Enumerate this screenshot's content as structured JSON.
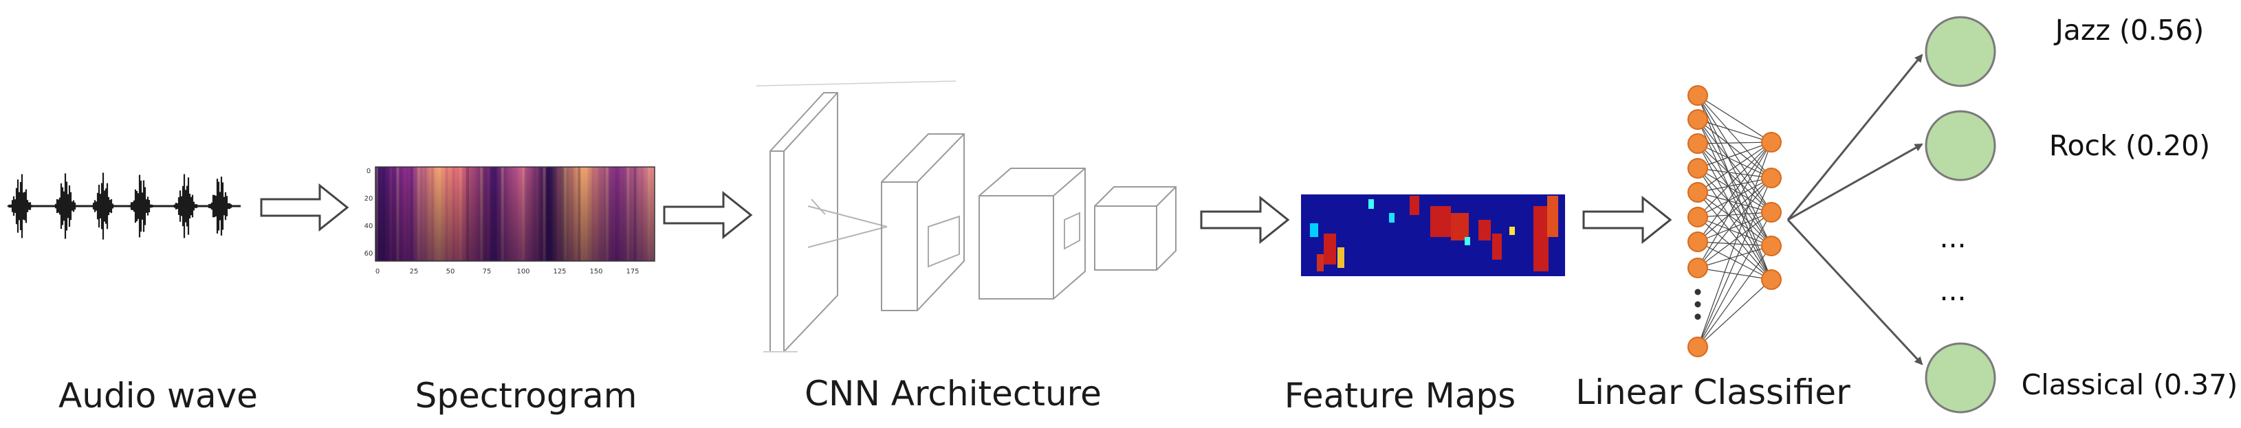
{
  "stages": [
    {
      "id": "audio",
      "label": "Audio wave"
    },
    {
      "id": "spectrogram",
      "label": "Spectrogram"
    },
    {
      "id": "cnn",
      "label": "CNN Architecture"
    },
    {
      "id": "features",
      "label": "Feature Maps"
    },
    {
      "id": "classifier",
      "label": "Linear Classifier"
    }
  ],
  "spectrogram_ticks": {
    "x": [
      "0",
      "25",
      "50",
      "75",
      "100",
      "125",
      "150",
      "175"
    ],
    "y": [
      "0",
      "20",
      "40",
      "60"
    ]
  },
  "outputs": [
    {
      "label": "Jazz (0.56)"
    },
    {
      "label": "Rock (0.20)"
    },
    {
      "label": "Classical (0.37)"
    }
  ],
  "ellipsis": [
    "...",
    "..."
  ],
  "colors": {
    "text": "#1a1a1a",
    "arrow": "#555555",
    "node": "#f08a3a",
    "node_stroke": "#d86a1c",
    "output_fill": "#b9dba6",
    "output_stroke": "#7a7a7a",
    "spectro_dark": "#2c0f52",
    "spectro_mid": "#8a2c8e",
    "spectro_bright": "#f5a56b",
    "feature_bg": "#10139a"
  }
}
